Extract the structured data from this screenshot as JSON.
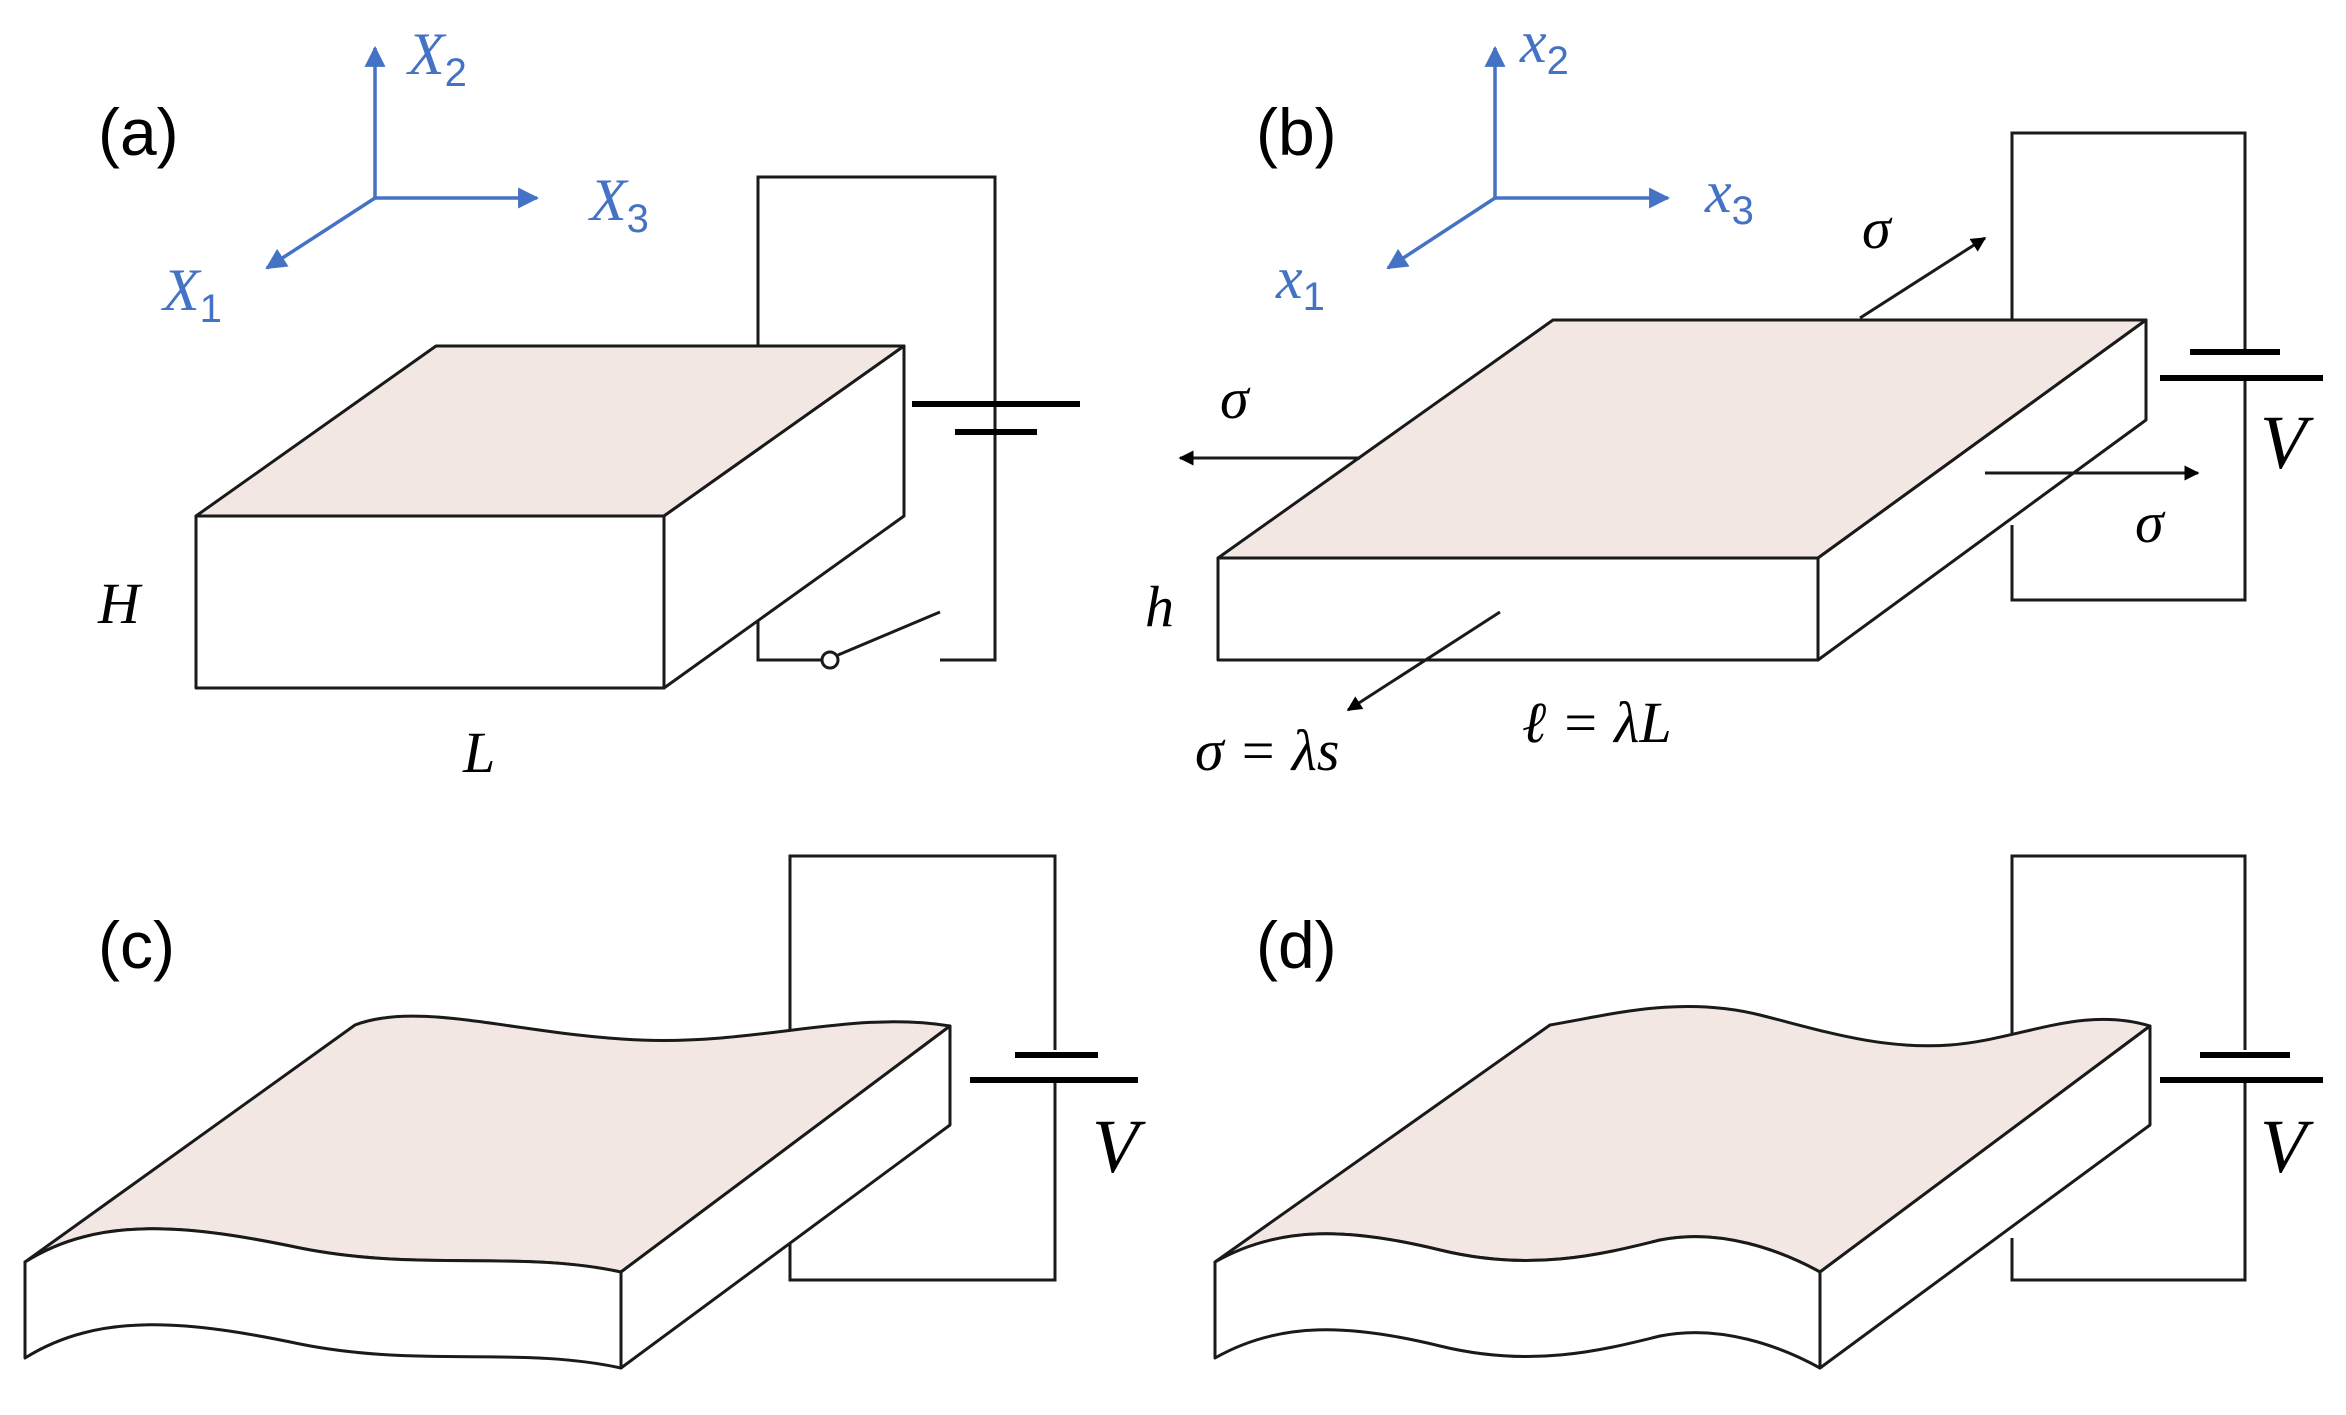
{
  "colors": {
    "top_face": "#f3e7e4",
    "side_face": "#ffffff",
    "axes": "#4472c4",
    "lines": "#1a1a1a"
  },
  "panels": {
    "a": {
      "label": "(a)",
      "axes": {
        "x1": "X",
        "x1_sub": "1",
        "x2": "X",
        "x2_sub": "2",
        "x3": "X",
        "x3_sub": "3"
      },
      "height_label": "H",
      "length_label": "L"
    },
    "b": {
      "label": "(b)",
      "axes": {
        "x1": "x",
        "x1_sub": "1",
        "x2": "x",
        "x2_sub": "2",
        "x3": "x",
        "x3_sub": "3"
      },
      "height_label": "h",
      "stress_top": "σ",
      "stress_left": "σ",
      "stress_right": "σ",
      "stress_front": "σ = λs",
      "length_relation": "ℓ = λL",
      "voltage": "V"
    },
    "c": {
      "label": "(c)",
      "voltage": "V"
    },
    "d": {
      "label": "(d)",
      "voltage": "V"
    }
  }
}
